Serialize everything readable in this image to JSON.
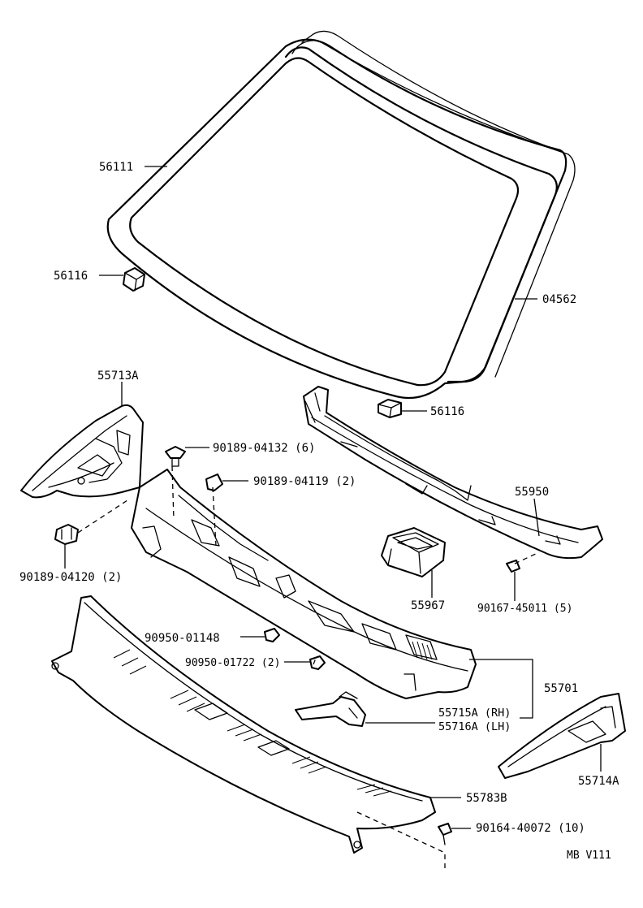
{
  "labels": {
    "p56111": "56111",
    "p56116_left": "56116",
    "p04562": "04562",
    "p56116_right": "56116",
    "p55713A": "55713A",
    "p90189_04132": "90189-04132 (6)",
    "p90189_04119": "90189-04119 (2)",
    "p55950": "55950",
    "p90189_04120": "90189-04120 (2)",
    "p55967": "55967",
    "p90167_45011": "90167-45011 (5)",
    "p90950_01148": "90950-01148",
    "p90950_01722": "90950-01722 (2)",
    "p55701": "55701",
    "p55715A": "55715A (RH)",
    "p55716A": "55716A (LH)",
    "p55714A": "55714A",
    "p55783B": "55783B",
    "p90164_40072": "90164-40072 (10)",
    "footer_code": "MB  V111"
  }
}
